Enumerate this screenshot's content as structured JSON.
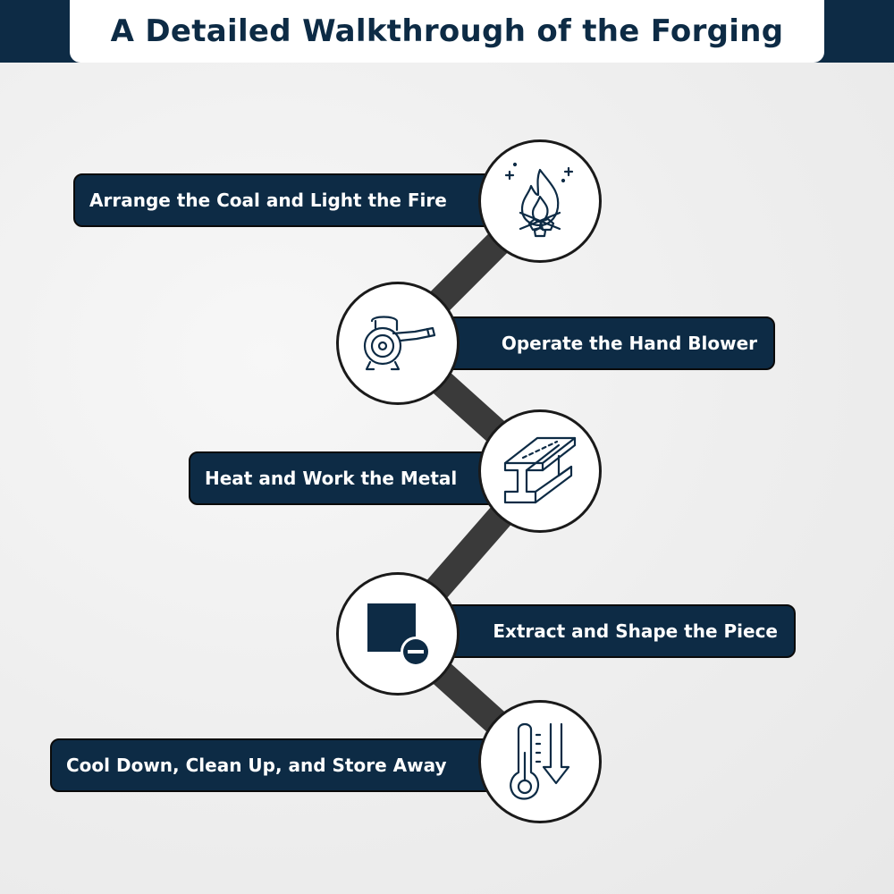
{
  "header": {
    "title": "A Detailed Walkthrough of the Forging"
  },
  "steps": [
    {
      "label": "Arrange the Coal and Light the Fire",
      "icon": "campfire-icon"
    },
    {
      "label": "Operate the Hand Blower",
      "icon": "leaf-blower-icon"
    },
    {
      "label": "Heat and Work the Metal",
      "icon": "steel-beam-icon"
    },
    {
      "label": "Extract and Shape the Piece",
      "icon": "square-minus-icon"
    },
    {
      "label": "Cool Down, Clean Up, and Store Away",
      "icon": "thermometer-down-icon"
    }
  ],
  "colors": {
    "navy": "#0d2b45",
    "connector": "#3a3a3a",
    "background": "#efefef"
  }
}
